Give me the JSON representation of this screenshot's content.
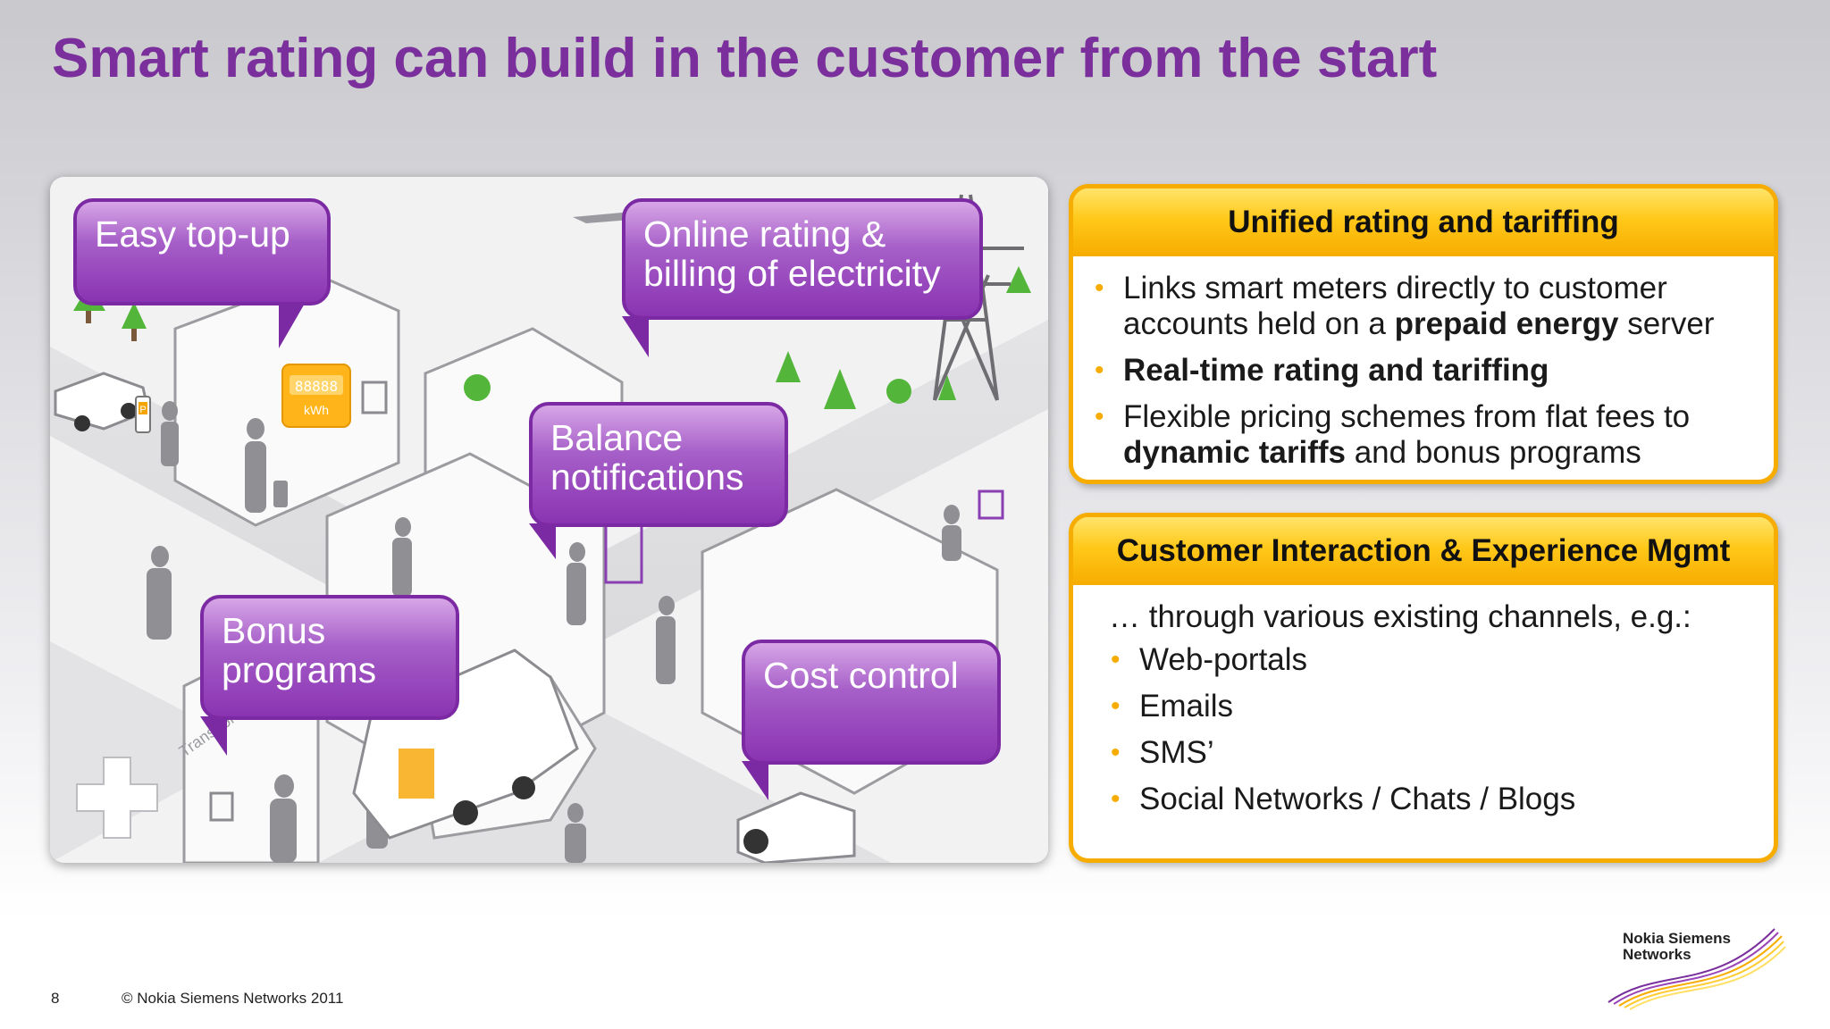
{
  "slide": {
    "title": "Smart rating can build in the customer from the start",
    "page_number": "8",
    "copyright": "© Nokia Siemens Networks 2011"
  },
  "illustration": {
    "meter_reading": "88888",
    "meter_unit": "kWh",
    "parking_sign": "P",
    "truck_label": "Transport company",
    "callouts": {
      "easy_topup": "Easy top-up",
      "online_rating": "Online rating &\nbilling of electricity",
      "balance": "Balance\nnotifications",
      "bonus": "Bonus\nprograms",
      "cost_control": "Cost control"
    }
  },
  "unified_box": {
    "header": "Unified rating and tariffing",
    "bullets": [
      {
        "pre": "Links smart meters directly to customer accounts held on a ",
        "bold": "prepaid energy",
        "post": " server"
      },
      {
        "pre": "",
        "bold": "Real-time rating and tariffing",
        "post": ""
      },
      {
        "pre": "Flexible pricing schemes from flat fees to ",
        "bold": "dynamic tariffs",
        "post": " and bonus programs"
      }
    ]
  },
  "cixm_box": {
    "header": "Customer Interaction & Experience Mgmt",
    "lead": "… through various existing channels, e.g.:",
    "channels": [
      "Web-portals",
      "Emails",
      "SMS’",
      "Social Networks / Chats / Blogs"
    ]
  },
  "logo": {
    "name": "Nokia Siemens\nNetworks"
  },
  "colors": {
    "title": "#7a2f9c",
    "callout": "#8a33b2",
    "box_border": "#f6ac00",
    "bullet": "#f6ac00"
  }
}
